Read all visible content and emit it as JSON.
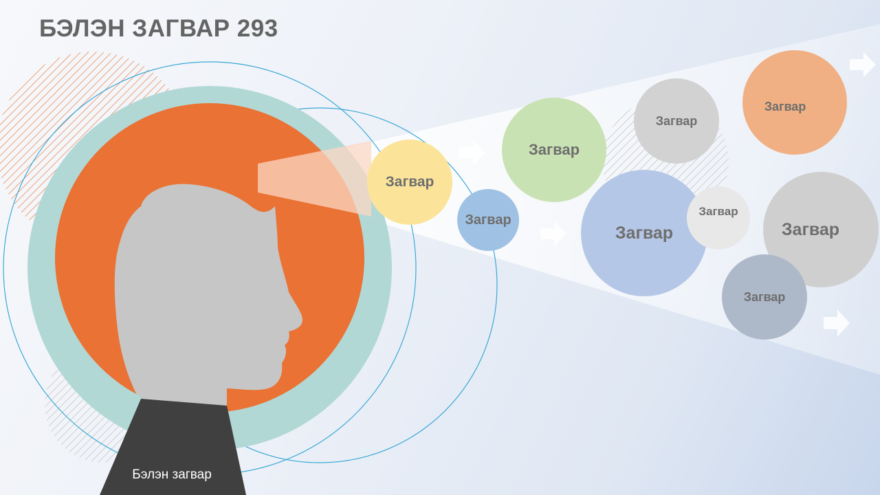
{
  "slide": {
    "title": "БЭЛЭН ЗАГВАР 293",
    "body_label": "Бэлэн загвар"
  },
  "bubbles": [
    {
      "label": "Загвар",
      "color": "#fbe49a"
    },
    {
      "label": "Загвар",
      "color": "#9fc1e3"
    },
    {
      "label": "Загвар",
      "color": "#c9e2b3"
    },
    {
      "label": "Загвар",
      "color": "#b5c7e6"
    },
    {
      "label": "Загвар",
      "color": "#d2d2d2"
    },
    {
      "label": "Загвар",
      "color": "#f0b083"
    },
    {
      "label": "Загвар",
      "color": "#e8e8e8"
    },
    {
      "label": "Загвар",
      "color": "#cfcfcf"
    },
    {
      "label": "Загвар",
      "color": "#adb8c8"
    }
  ],
  "colors": {
    "accent_orange": "#e97234",
    "ring_teal": "#b2d8d6",
    "line_blue": "#39a8d6",
    "silhouette": "#c6c6c6",
    "suit": "#404040",
    "title_gray": "#646464"
  },
  "icons": [
    "right-arrow-icon",
    "right-arrow-icon",
    "right-arrow-icon",
    "right-arrow-icon"
  ]
}
